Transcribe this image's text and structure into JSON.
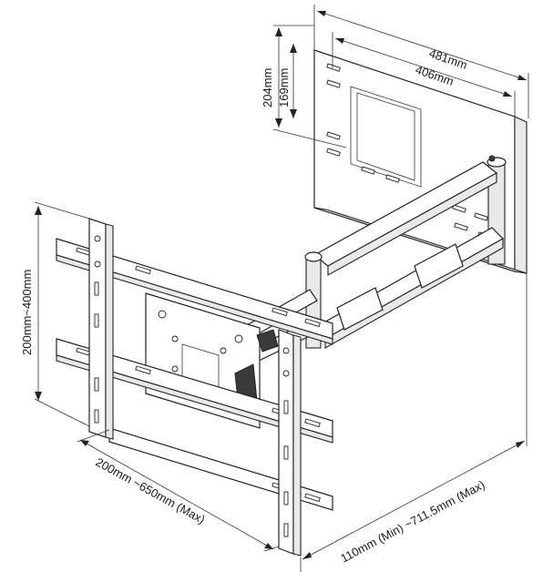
{
  "dimensions": {
    "wall_plate_width_outer": "481mm",
    "wall_plate_width_inner": "406mm",
    "wall_plate_height_outer": "204mm",
    "wall_plate_height_inner": "169mm",
    "vesa_vertical": "200mm~400mm",
    "vesa_horizontal": "200mm ~650mm (Max)",
    "arm_extension": "110mm (Min) ~711.5mm (Max)"
  }
}
